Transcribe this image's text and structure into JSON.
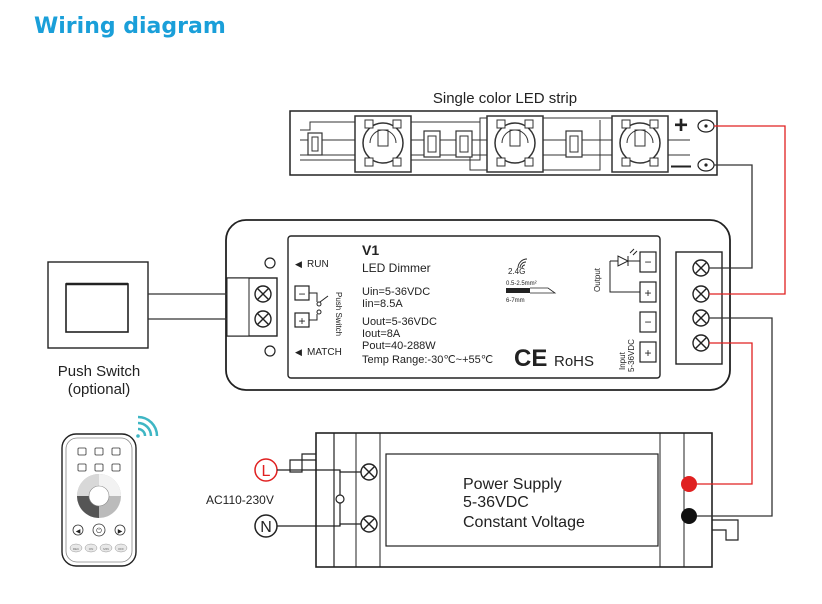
{
  "title": "Wiring diagram",
  "led_strip": {
    "label": "Single color LED strip",
    "plus": "+",
    "minus": "—"
  },
  "controller": {
    "model": "V1",
    "name": "LED Dimmer",
    "uin": "Uin=5-36VDC",
    "iin": "Iin=8.5A",
    "uout": "Uout=5-36VDC",
    "iout": "Iout=8A",
    "pout": "Pout=40-288W",
    "temp": "Temp Range:-30℃~+55℃",
    "run": "RUN",
    "match": "MATCH",
    "push_switch_terminal": "Push Switch",
    "freq": "2.4G",
    "wire_spec1": "0.5-2.5mm²",
    "wire_spec2": "6-7mm",
    "output_label": "Output",
    "input_label": "Input",
    "input_spec": "5-36VDC",
    "ce": "CE",
    "rohs": "RoHS",
    "minus": "−",
    "plus": "+"
  },
  "push_switch": {
    "label1": "Push Switch",
    "label2": "(optional)"
  },
  "power_supply": {
    "line1": "Power Supply",
    "line2": "5-36VDC",
    "line3": "Constant Voltage",
    "l": "L",
    "n": "N",
    "ac": "AC110-230V"
  },
  "remote": {
    "buttons": [
      "REC",
      "ON",
      "MIN",
      "OFF"
    ]
  },
  "colors": {
    "title": "#1a9fd9",
    "wire_red": "#e02020",
    "wire_dark": "#333333",
    "terminal_red": "#e02020"
  }
}
